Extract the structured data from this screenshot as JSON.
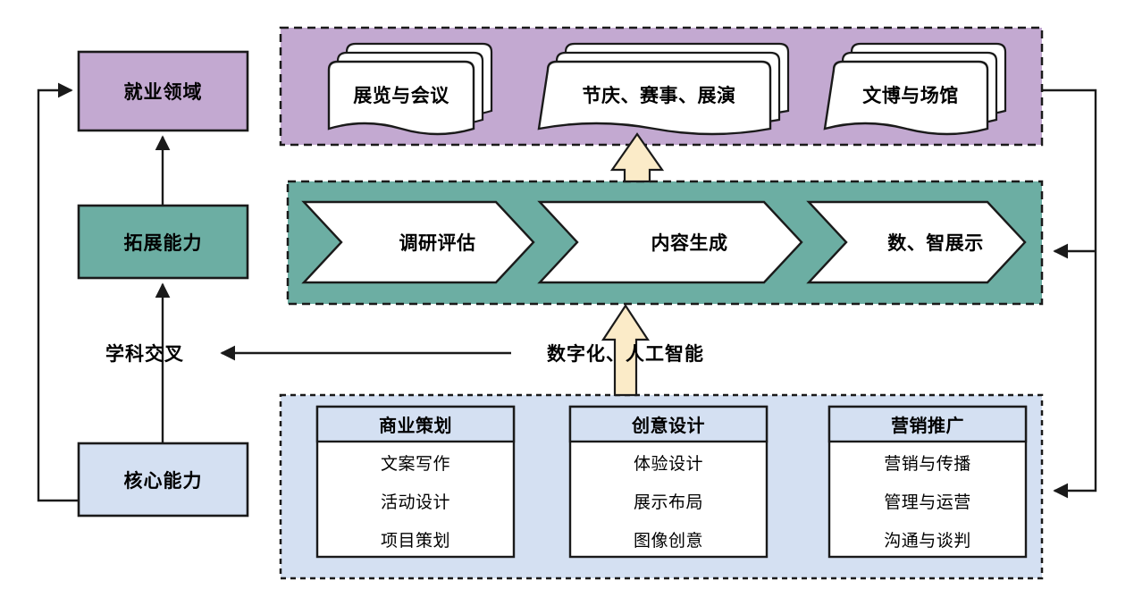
{
  "diagram": {
    "title": "就业领域与能力结构流程图",
    "colors": {
      "purple": "#C3A9D1",
      "green": "#6CAEA3",
      "blue": "#D4E0F2",
      "cream": "#FBEBC8",
      "white": "#FFFFFF",
      "stroke": "#1A1A1A"
    }
  },
  "left_column": {
    "items": [
      {
        "label": "就业领域",
        "fill": "#C3A9D1"
      },
      {
        "label": "拓展能力",
        "fill": "#6CAEA3"
      },
      {
        "label": "核心能力",
        "fill": "#D4E0F2"
      }
    ]
  },
  "free_labels": {
    "cross_discipline": "学科交叉",
    "digital_ai": "数字化、人工智能"
  },
  "top_band": {
    "fill": "#C3A9D1",
    "cards": [
      {
        "label": "展览与会议"
      },
      {
        "label": "节庆、赛事、展演"
      },
      {
        "label": "文博与场馆"
      }
    ]
  },
  "middle_band": {
    "fill": "#6CAEA3",
    "chevrons": [
      {
        "label": "调研评估"
      },
      {
        "label": "内容生成"
      },
      {
        "label": "数、智展示"
      }
    ]
  },
  "bottom_band": {
    "fill": "#D4E0F2",
    "tables": [
      {
        "header": "商业策划",
        "rows": [
          "文案写作",
          "活动设计",
          "项目策划"
        ]
      },
      {
        "header": "创意设计",
        "rows": [
          "体验设计",
          "展示布局",
          "图像创意"
        ]
      },
      {
        "header": "营销推广",
        "rows": [
          "营销与传播",
          "管理与运营",
          "沟通与谈判"
        ]
      }
    ]
  },
  "connectors": {
    "up_arrow_core_to_extend": "向上箭头",
    "up_arrow_extend_to_field": "向上箭头",
    "block_arrow_lower": "数字化、人工智能 上行块箭头",
    "block_arrow_upper": "内容生成 上行块箭头",
    "left_feedback": "学科交叉 反馈箭头",
    "right_loop": "右侧回路"
  }
}
